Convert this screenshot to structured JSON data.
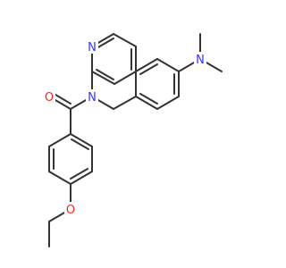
{
  "atoms": [
    {
      "id": "N_amide",
      "label": "N",
      "color": "#3333ff"
    },
    {
      "id": "O_carbonyl",
      "label": "O",
      "color": "#ff2020"
    },
    {
      "id": "O_ether",
      "label": "O",
      "color": "#ff2020"
    },
    {
      "id": "N_pyridine",
      "label": "N",
      "color": "#3333ff"
    },
    {
      "id": "N_dimethyl",
      "label": "N",
      "color": "#3333ff"
    }
  ],
  "bond_color": "#333333"
}
